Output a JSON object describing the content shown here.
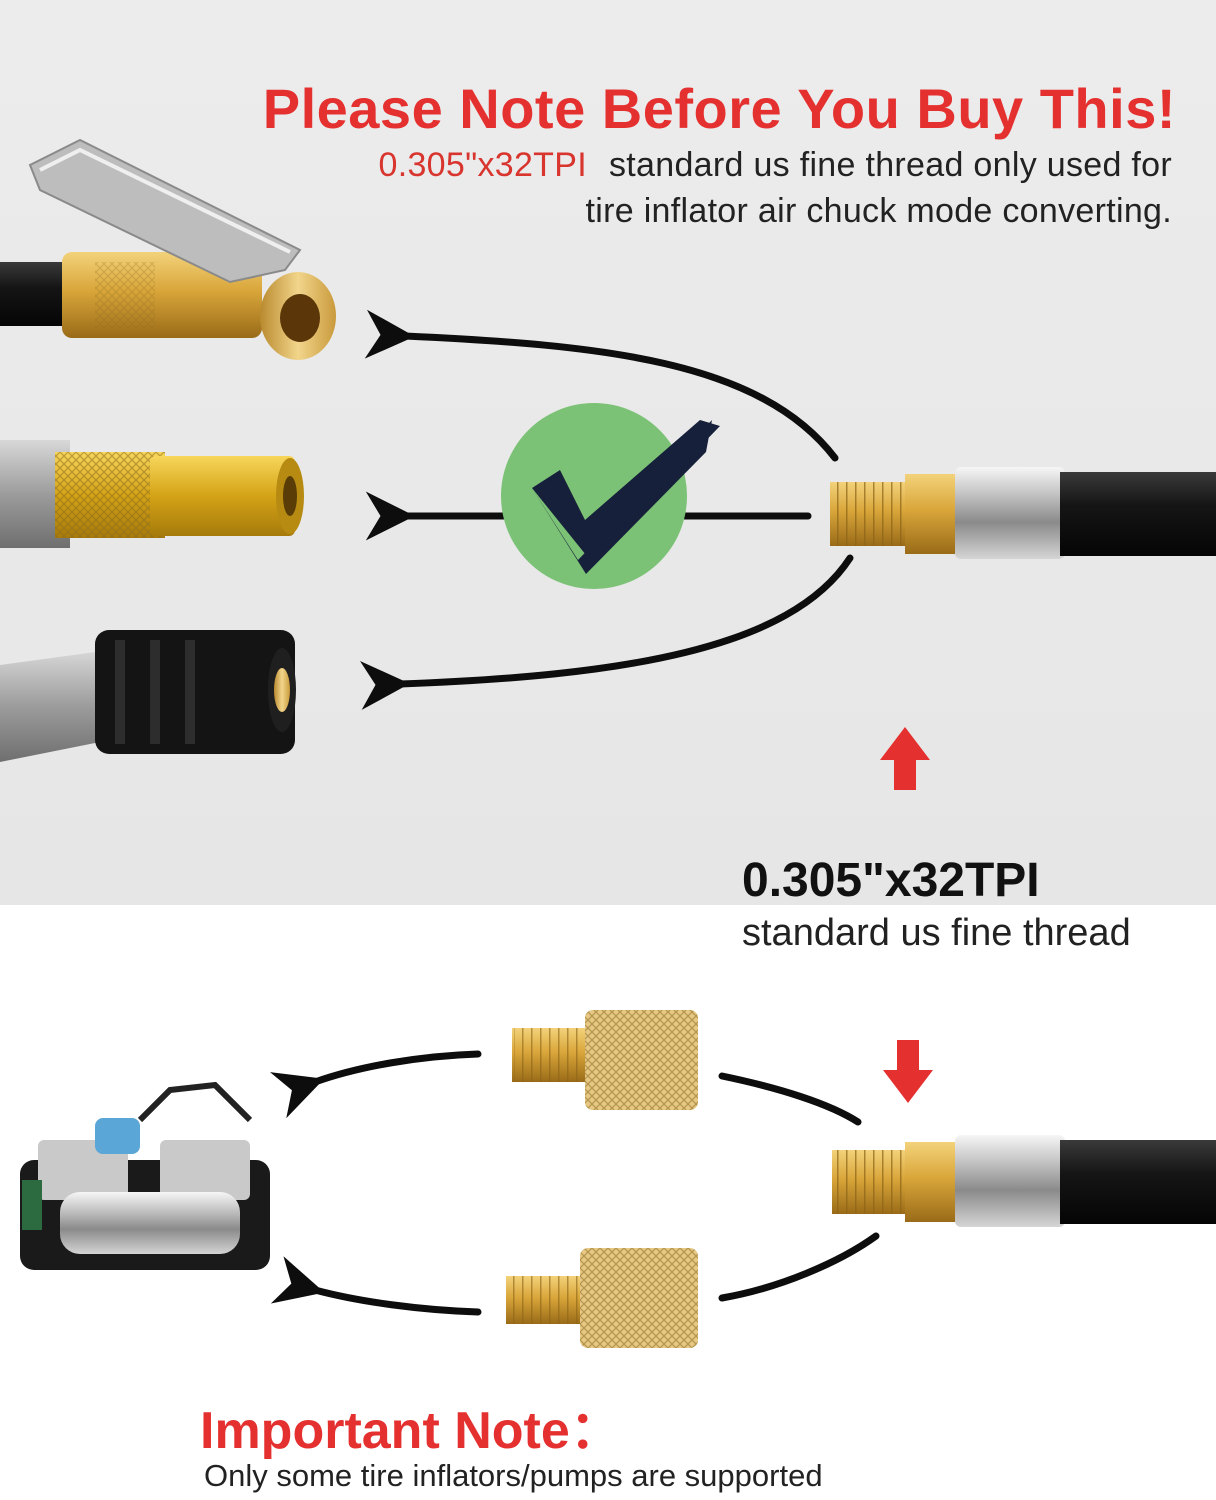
{
  "header": {
    "title": "Please Note Before You Buy This",
    "title_mark": "!",
    "spec_highlight": "0.305\"x32TPI",
    "line1_rest": "standard us fine thread only used for",
    "line2": "tire inflator air chuck mode converting."
  },
  "spec_label": {
    "bold": "0.305\"x32TPI",
    "sub": "standard us fine thread"
  },
  "note": {
    "title": "Important Note",
    "title_mark": "：",
    "body": "Only some tire inflators/pumps are supported"
  },
  "colors": {
    "accent_red": "#e53030",
    "check_green": "#7cc276",
    "brass": "#d9a93a",
    "top_bg": "#e8e8e8",
    "bottom_bg": "#ffffff"
  },
  "icons": [
    "check-icon",
    "arrow-up-icon",
    "arrow-down-icon"
  ]
}
